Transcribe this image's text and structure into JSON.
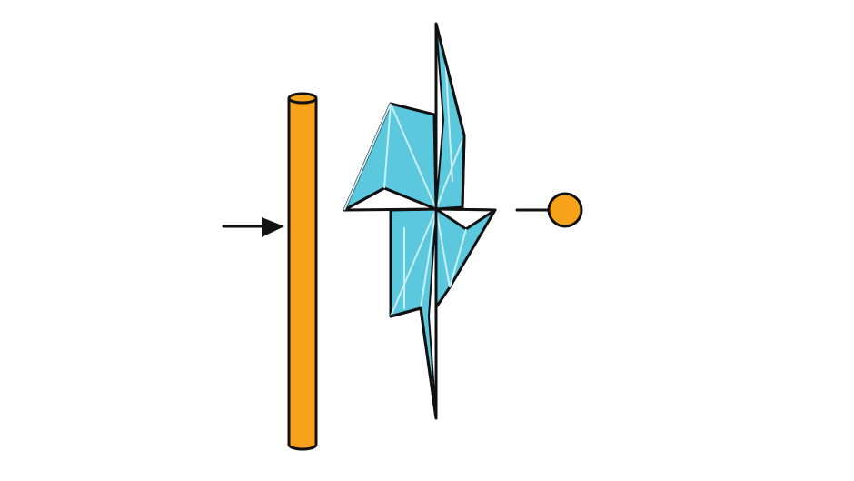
{
  "diagram": {
    "colors": {
      "background": "#ffffff",
      "stick": "#f7a21b",
      "paper": "#5bc8dd",
      "crease": "#c9eef6",
      "outline": "#111111",
      "pin_head": "#f7a21b",
      "arrow": "#111111"
    },
    "parts": [
      "arrow-icon",
      "stick",
      "pinwheel",
      "pin"
    ]
  }
}
